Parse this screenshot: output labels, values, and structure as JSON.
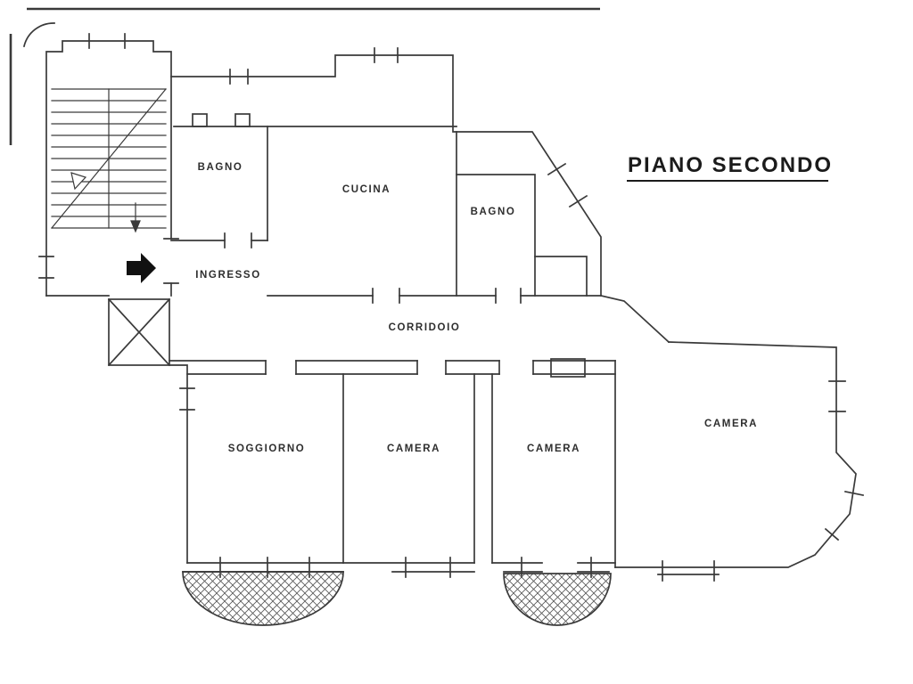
{
  "title": {
    "text": "PIANO SECONDO"
  },
  "rooms": [
    {
      "id": "bagno-1",
      "label": "BAGNO"
    },
    {
      "id": "cucina",
      "label": "CUCINA"
    },
    {
      "id": "bagno-2",
      "label": "BAGNO"
    },
    {
      "id": "ingresso",
      "label": "INGRESSO"
    },
    {
      "id": "corridoio",
      "label": "CORRIDOIO"
    },
    {
      "id": "soggiorno",
      "label": "SOGGIORNO"
    },
    {
      "id": "camera-1",
      "label": "CAMERA"
    },
    {
      "id": "camera-2",
      "label": "CAMERA"
    },
    {
      "id": "camera-3",
      "label": "CAMERA"
    }
  ],
  "features": {
    "staircase": "staircase",
    "elevator": "elevator-shaft-x",
    "entrance_arrow": "entrance-direction-arrow",
    "balcony_1": "hatched-semicircular-balcony",
    "balcony_2": "hatched-semicircular-balcony"
  },
  "colors": {
    "background": "#ffffff",
    "wall": "#3a3a3a",
    "label": "#2e2e2e",
    "title": "#1b1b1b",
    "hatch": "#555555",
    "arrow": "#111111"
  }
}
